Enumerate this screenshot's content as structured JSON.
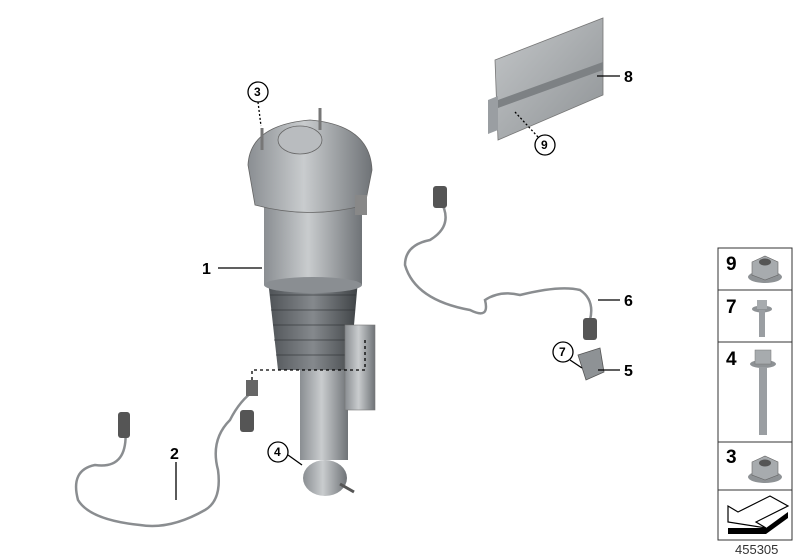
{
  "diagram": {
    "callouts": [
      {
        "id": "1",
        "label": "1",
        "style": "plain"
      },
      {
        "id": "2",
        "label": "2",
        "style": "plain"
      },
      {
        "id": "3",
        "label": "3",
        "style": "circled"
      },
      {
        "id": "4",
        "label": "4",
        "style": "circled"
      },
      {
        "id": "5",
        "label": "5",
        "style": "plain"
      },
      {
        "id": "6",
        "label": "6",
        "style": "plain"
      },
      {
        "id": "7",
        "label": "7",
        "style": "circled"
      },
      {
        "id": "8",
        "label": "8",
        "style": "plain"
      },
      {
        "id": "9",
        "label": "9",
        "style": "circled"
      }
    ],
    "parts_panel": [
      {
        "label": "9",
        "part": "flange-nut"
      },
      {
        "label": "7",
        "part": "torx-bolt"
      },
      {
        "label": "4",
        "part": "hex-bolt"
      },
      {
        "label": "3",
        "part": "flange-nut"
      },
      {
        "label": "",
        "part": "direction-arrow"
      }
    ],
    "reference_number": "455305",
    "colors": {
      "part_gray": "#9a9ea2",
      "outline": "#000000",
      "wire": "#8a8d90"
    }
  }
}
